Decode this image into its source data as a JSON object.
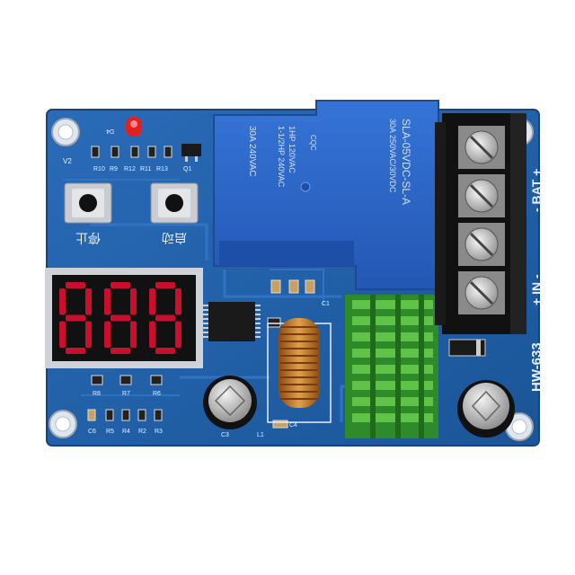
{
  "board": {
    "model": "HW-633",
    "colors": {
      "pcb": "#1f5fa8",
      "pcb_dark": "#184f8f",
      "silk": "#e8f0ff",
      "relay": "#2b64c9",
      "heatsink": "#4caf3a",
      "display": "#c8102e"
    }
  },
  "relay": {
    "model": "SLA-05VDC-SL-A",
    "rating_1": "30A 250VAC/30VDC",
    "rating_2": "1HP 120VAC",
    "rating_3": "1-1/2HP 240VAC",
    "rating_4": "30A 240VAC",
    "mark": "CQC"
  },
  "terminal": {
    "label_in": "+ IN -",
    "label_bat": "- BAT +"
  },
  "buttons": {
    "stop_label": "停止",
    "start_label": "启动"
  },
  "display": {
    "digits": "888"
  },
  "silkscreen": {
    "v2": "V2",
    "d4": "D4",
    "q1": "Q1",
    "r10": "R10",
    "r9": "R9",
    "r12": "R12",
    "r11": "R11",
    "r13": "R13",
    "r8": "R8",
    "r7": "R7",
    "r6": "R6",
    "c6": "C6",
    "r5": "R5",
    "r4": "R4",
    "r2": "R2",
    "r3": "R3",
    "c4": "C4",
    "c3": "C3",
    "l1": "L1",
    "c1": "C1"
  }
}
